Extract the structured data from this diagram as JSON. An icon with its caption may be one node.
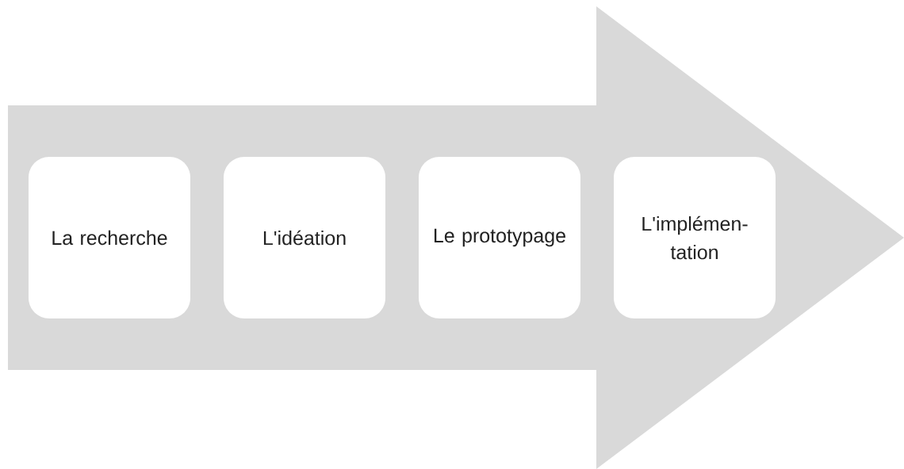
{
  "diagram": {
    "nodes": [
      {
        "text": [],
        "shape": "arrow"
      },
      {
        "text": [
          "La recherche"
        ],
        "in": 0
      },
      {
        "text": [
          "L'idéation"
        ],
        "in": 0
      },
      {
        "text": [
          "Le prototypage"
        ],
        "in": 0
      },
      {
        "text": [
          "L'implémen-tation"
        ],
        "in": 0
      }
    ]
  }
}
